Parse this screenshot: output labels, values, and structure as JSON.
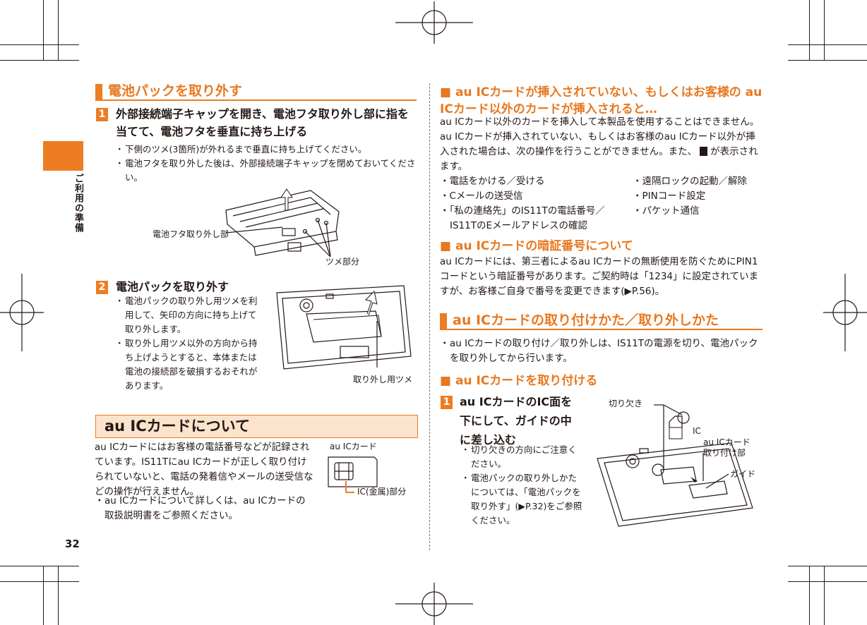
{
  "page": {
    "number": "32",
    "side_label": "ご利用の準備"
  },
  "left": {
    "battery_heading": "電池パックを取り外す",
    "step1": {
      "no": "1",
      "title": "外部接続端子キャップを開き、電池フタ取り外し部に指を当てて、電池フタを垂直に持ち上げる",
      "bullets": [
        "下側のツメ(3箇所)が外れるまで垂直に持ち上げてください。",
        "電池フタを取り外した後は、外部接続端子キャップを閉めておいてください。"
      ],
      "cap_cover": "電池フタ取り外し部",
      "cap_claw": "ツメ部分"
    },
    "step2": {
      "no": "2",
      "title": "電池パックを取り外す",
      "bullets": [
        "電池パックの取り外し用ツメを利用して、矢印の方向に持ち上げて取り外します。",
        "取り外し用ツメ以外の方向から持ち上げようとすると、本体または電池の接続部を破損するおそれがあります。"
      ],
      "cap_tab": "取り外し用ツメ"
    },
    "au_heading": "au ICカードについて",
    "au_body": "au ICカードにはお客様の電話番号などが記録されています。IS11Tにau ICカードが正しく取り付けられていないと、電話の発着信やメールの送受信などの操作が行えません。",
    "au_bullet": "au ICカードについて詳しくは、au ICカードの取扱説明書をご参照ください。",
    "card_label": "au ICカード",
    "card_ic": "IC(金属)部分"
  },
  "right": {
    "notinserted_heading": "au ICカードが挿入されていない、もしくはお客様の au ICカード以外のカードが挿入されると…",
    "notinserted_body1": "au ICカード以外のカードを挿入して本製品を使用することはできません。au ICカードが挿入されていない、もしくはお客様のau ICカード以外が挿入された場合は、次の操作を行うことができません。また、",
    "notinserted_body2": "が表示されます。",
    "ops_left": [
      "電話をかける／受ける",
      "Cメールの送受信",
      "「私の連絡先」のIS11Tの電話番号／IS11TのEメールアドレスの確認"
    ],
    "ops_right": [
      "遠隔ロックの起動／解除",
      "PINコード設定",
      "パケット通信"
    ],
    "pin_heading": "au ICカードの暗証番号について",
    "pin_body": "au ICカードには、第三者によるau ICカードの無断使用を防ぐためにPIN1コードという暗証番号があります。ご契約時は「1234」に設定されていますが、お客様ご自身で番号を変更できます(▶P.56)。",
    "install_heading": "au ICカードの取り付けかた／取り外しかた",
    "install_bullet": "au ICカードの取り付け／取り外しは、IS11Tの電源を切り、電池パックを取り外してから行います。",
    "attach_heading": "au ICカードを取り付ける",
    "step1": {
      "no": "1",
      "title": "au ICカードのIC面を下にして、ガイドの中に差し込む",
      "bullets": [
        "切り欠きの方向にご注意ください。",
        "電池パックの取り外しかたについては、「電池パックを取り外す」(▶P.32)をご参照ください。"
      ]
    },
    "cap_notch": "切り欠き",
    "cap_ic": "IC",
    "cap_slot": "au ICカード\n取り付け部",
    "cap_guide": "ガイド"
  }
}
